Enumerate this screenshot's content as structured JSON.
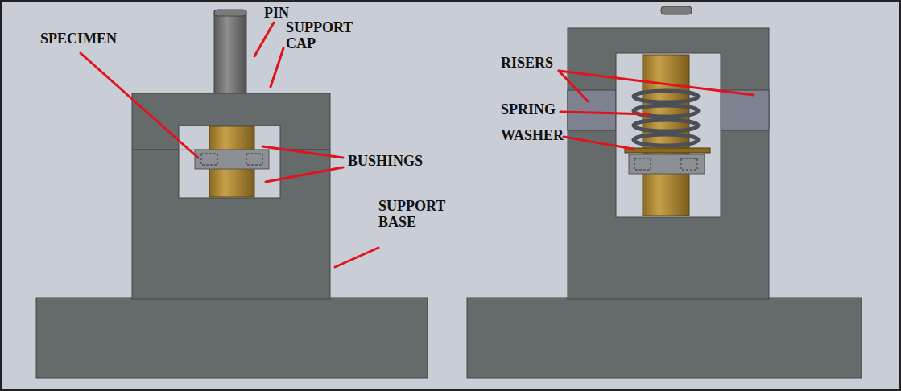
{
  "diagram": {
    "labels": [
      "PIN",
      "SUPPORT CAP",
      "SPECIMEN",
      "BUSHINGS",
      "SUPPORT BASE",
      "RISERS",
      "SPRING",
      "WASHER"
    ]
  }
}
